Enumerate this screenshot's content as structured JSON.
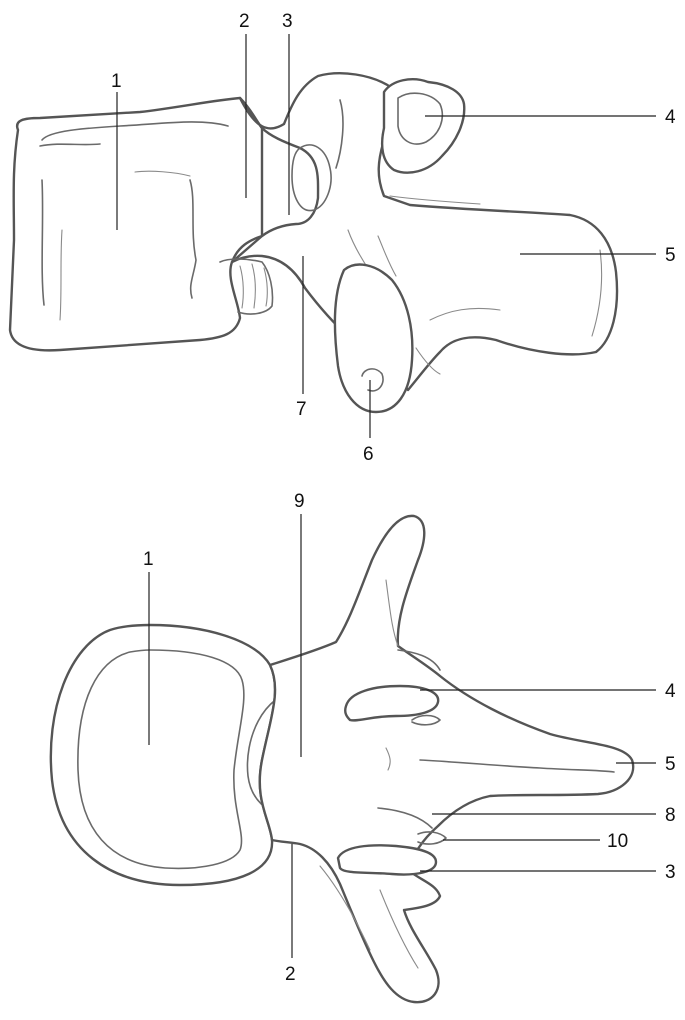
{
  "lateral_view": {
    "labels": [
      "1",
      "2",
      "3",
      "4",
      "5",
      "6",
      "7"
    ]
  },
  "superior_view": {
    "labels": [
      "1",
      "9",
      "4",
      "5",
      "8",
      "10",
      "3",
      "2"
    ]
  },
  "colors": {
    "outline": "#555555",
    "leader": "#222222",
    "fill": "#ffffff"
  }
}
